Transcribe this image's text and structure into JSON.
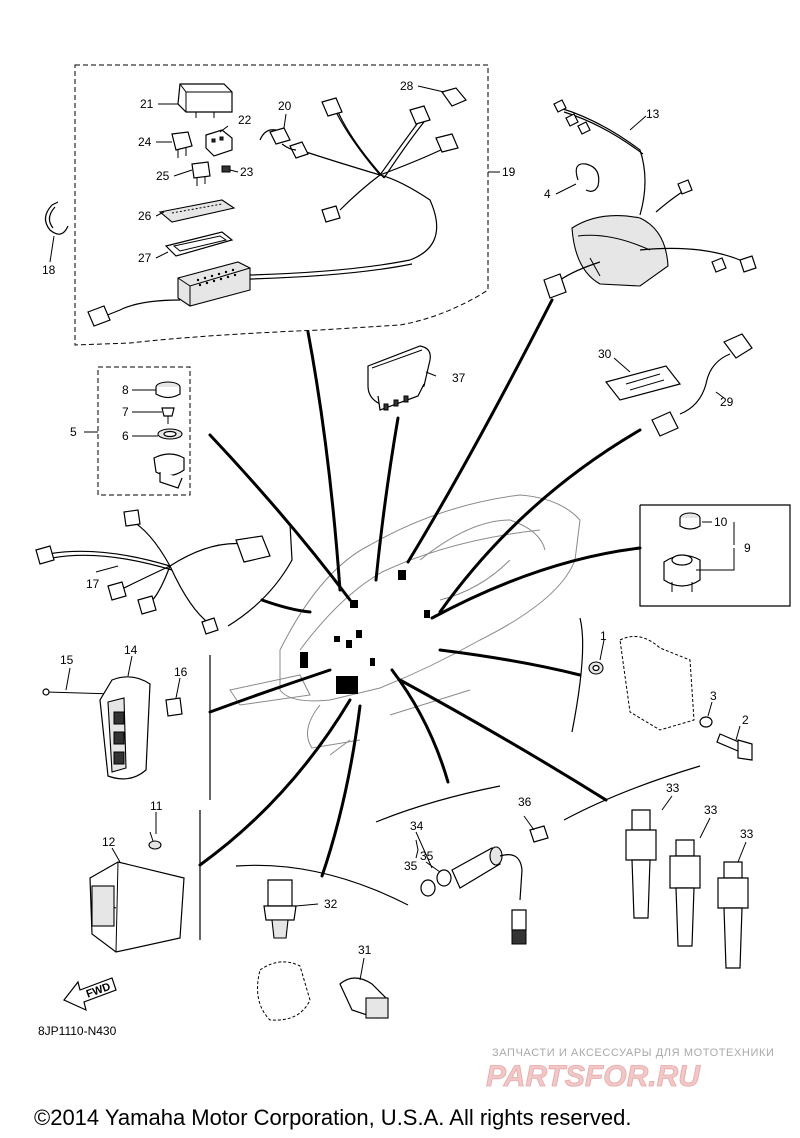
{
  "diagram": {
    "part_numbers": [
      "1",
      "2",
      "3",
      "4",
      "5",
      "6",
      "7",
      "8",
      "9",
      "10",
      "11",
      "12",
      "13",
      "14",
      "15",
      "16",
      "17",
      "18",
      "19",
      "20",
      "21",
      "22",
      "23",
      "24",
      "25",
      "26",
      "27",
      "28",
      "29",
      "30",
      "31",
      "32",
      "33",
      "34",
      "35",
      "36",
      "37"
    ],
    "labels": {
      "p1": "1",
      "p2": "2",
      "p3": "3",
      "p4": "4",
      "p5": "5",
      "p6": "6",
      "p7": "7",
      "p8": "8",
      "p9": "9",
      "p10": "10",
      "p11": "11",
      "p12": "12",
      "p13": "13",
      "p14": "14",
      "p15": "15",
      "p16": "16",
      "p17": "17",
      "p18": "18",
      "p19": "19",
      "p20": "20",
      "p21": "21",
      "p22": "22",
      "p23": "23",
      "p24": "24",
      "p25": "25",
      "p26": "26",
      "p27": "27",
      "p28": "28",
      "p29": "29",
      "p30": "30",
      "p31": "31",
      "p32": "32",
      "p33a": "33",
      "p33b": "33",
      "p33c": "33",
      "p34": "34",
      "p35a": "35",
      "p35b": "35",
      "p36": "36",
      "p37": "37"
    },
    "fwd_label": "FWD",
    "drawing_code": "8JP1110-N430",
    "copyright": "©2014 Yamaha Motor Corporation, U.S.A. All rights reserved.",
    "watermark_top": "ЗАПЧАСТИ И АКСЕССУАРЫ ДЛЯ МОТОТЕХНИКИ",
    "watermark_main": "PARTSFOR.RU"
  }
}
